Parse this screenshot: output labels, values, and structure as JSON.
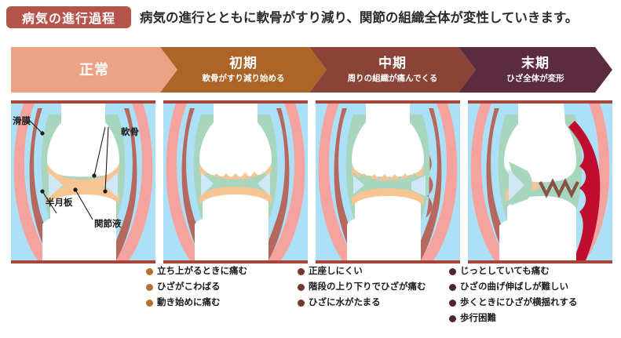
{
  "header": {
    "badge_label": "病気の進行過程",
    "description": "病気の進行とともに軟骨がすり減り、関節の組織全体が変性していきます。",
    "badge_color": "#b4544a"
  },
  "stages": [
    {
      "label": "正常",
      "sub": "",
      "color": "#eca285",
      "panel_border": "#a8453a",
      "panel_bg": "#ace0f7"
    },
    {
      "label": "初期",
      "sub": "軟骨がすり減り始める",
      "color": "#ac6427",
      "panel_border": "#a8453a",
      "panel_bg": "#ace0f7"
    },
    {
      "label": "中期",
      "sub": "周りの組織が痛んでくる",
      "color": "#8a4437",
      "panel_border": "#a8453a",
      "panel_bg": "#ace0f7"
    },
    {
      "label": "末期",
      "sub": "ひざ全体が変形",
      "color": "#5b2b3f",
      "panel_border": "#a8453a",
      "panel_bg": "#ace0f7"
    }
  ],
  "anatomy_labels": {
    "synovium": "滑膜",
    "cartilage": "軟骨",
    "meniscus": "半月板",
    "joint_fluid": "関節液"
  },
  "symptom_lists": [
    {
      "stage": "初期",
      "dot_color": "#b5702f",
      "items": [
        "立ち上がるときに痛む",
        "ひざがこわばる",
        "動き始めに痛む"
      ]
    },
    {
      "stage": "中期",
      "dot_color": "#73392f",
      "items": [
        "正座しにくい",
        "階段の上り下りでひざが痛む",
        "ひざに水がたまる"
      ]
    },
    {
      "stage": "末期",
      "dot_color": "#4f2639",
      "items": [
        "じっとしていても痛む",
        "ひざの曲げ伸ばしが難しい",
        "歩くときにひざが横揺れする",
        "歩行困難"
      ]
    }
  ],
  "diagram_colors": {
    "background": "#ace0f7",
    "bone": "#ffffff",
    "skin_outer": "#f6a3a0",
    "capsule": "#b6685e",
    "synovium": "#a8d5bd",
    "cartilage": "#f7c593",
    "meniscus": "#cfe8f7",
    "inflammation": "#c00d2f",
    "fracture_line": "#8a5148"
  }
}
